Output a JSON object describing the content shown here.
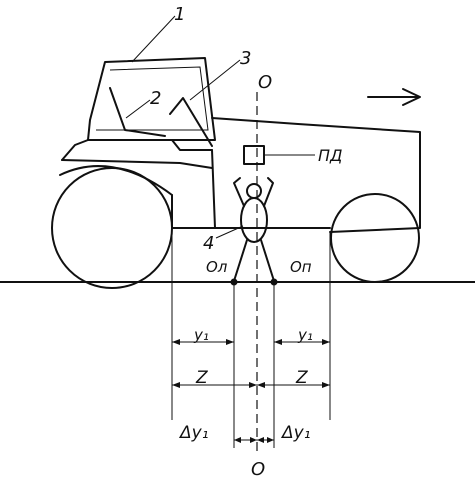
{
  "diagram": {
    "callouts": {
      "one": "1",
      "two": "2",
      "three": "3",
      "four": "4"
    },
    "axis": {
      "top": "O",
      "bottom": "O"
    },
    "sensor_label": "ПД",
    "foot_left": "Oл",
    "foot_right": "Oп",
    "dimensions": {
      "y_left": "y₁",
      "y_right": "y₁",
      "z_left": "Z",
      "z_right": "Z",
      "delta_left": "Δy₁",
      "delta_right": "Δy₁"
    }
  }
}
